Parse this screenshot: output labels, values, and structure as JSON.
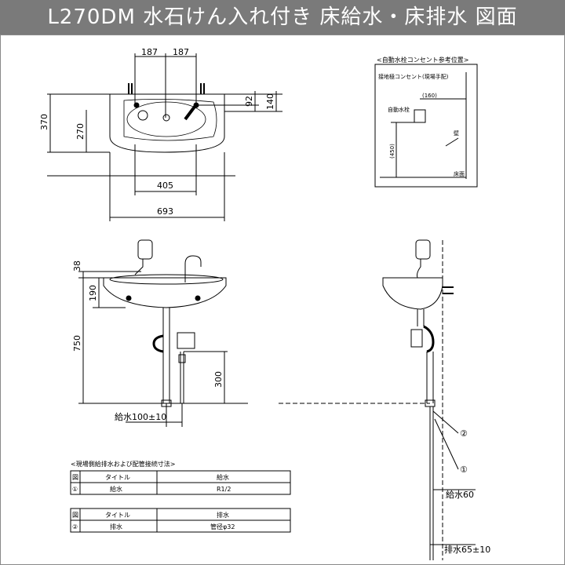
{
  "header": {
    "title": "L270DM 水石けん入れ付き 床給水・床排水 図面"
  },
  "top_view": {
    "dim_half_left": "187",
    "dim_half_right": "187",
    "dim_92": "92",
    "dim_140": "140",
    "dim_370": "370",
    "dim_270": "270",
    "dim_405": "405",
    "dim_693": "693"
  },
  "inset": {
    "title": "<自動水栓コンセント参考位置>",
    "subtitle": "接地極コンセント(現場手配)",
    "label_outlet": "自動水栓",
    "dim_160": "(160)",
    "dim_450": "(450)",
    "label_wall": "壁",
    "label_floor": "床面"
  },
  "front_view": {
    "dim_38": "38",
    "dim_190": "190",
    "dim_750": "750",
    "dim_300": "300",
    "dim_supply_spacing": "給水100±10"
  },
  "side_view": {
    "label_1": "①",
    "label_2": "②",
    "dim_supply_60": "給水60",
    "dim_drain_65": "排水65±10"
  },
  "table": {
    "caption": "<現場側給排水および配管接続寸法>",
    "t1_head": [
      "図",
      "タイトル",
      "給水"
    ],
    "t1_row": [
      "①",
      "給水",
      "R1/2"
    ],
    "t2_head": [
      "図",
      "タイトル",
      "排水"
    ],
    "t2_row": [
      "②",
      "排水",
      "管径φ32"
    ]
  }
}
